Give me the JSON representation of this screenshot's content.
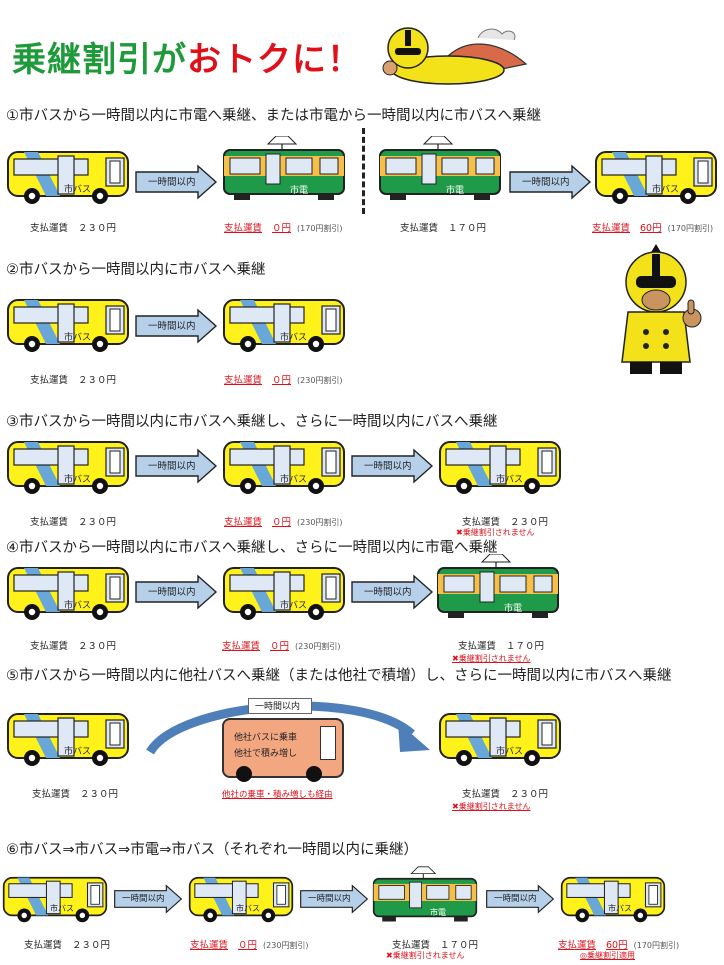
{
  "title": {
    "part1": "乗継割引が",
    "part2": "おトクに！"
  },
  "vehicle_labels": {
    "bus": "市バス",
    "tram": "市電"
  },
  "arrow_label": "一時間以内",
  "fare_label": "支払運賃",
  "sections": {
    "s1": {
      "heading": "①市バスから一時間以内に市電へ乗継、または市電から一時間以内に市バスへ乗継",
      "fare1": "２３０円",
      "fare2": "０円",
      "fare2_note": "(170円割引)",
      "fare3": "１７０円",
      "fare4": "60円",
      "fare4_note": "(170円割引)"
    },
    "s2": {
      "heading": "②市バスから一時間以内に市バスへ乗継",
      "fare1": "２３０円",
      "fare2": "０円",
      "fare2_note": "(230円割引)"
    },
    "s3": {
      "heading": "③市バスから一時間以内に市バスへ乗継し、さらに一時間以内にバスへ乗継",
      "fare1": "２３０円",
      "fare2": "０円",
      "fare2_note": "(230円割引)",
      "fare3": "２３０円",
      "fare3_note": "✖乗継割引されません"
    },
    "s4": {
      "heading": "④市バスから一時間以内に市バスへ乗継し、さらに一時間以内に市電へ乗継",
      "fare1": "２３０円",
      "fare2": "０円",
      "fare2_note": "(230円割引)",
      "fare3": "１７０円",
      "fare3_note": "✖乗継割引されません"
    },
    "s5": {
      "heading": "⑤市バスから一時間以内に他社バスへ乗継（または他社で積増）し、さらに一時間以内に市バスへ乗継",
      "other_line1": "他社バスに乗車",
      "other_line2": "他社で積み増し",
      "other_caption": "他社の乗車・積み増しも経由",
      "fare1": "２３０円",
      "fare3": "２３０円",
      "fare3_note": "✖乗継割引されません"
    },
    "s6": {
      "heading": "⑥市バス⇒市バス⇒市電⇒市バス（それぞれ一時間以内に乗継）",
      "fare1": "２３０円",
      "fare2": "０円",
      "fare2_note": "(230円割引)",
      "fare3": "１７０円",
      "fare3_note": "✖乗継割引されません",
      "fare4": "60円",
      "fare4_note": "(170円割引)",
      "fare4_sub": "◎乗継割引適用"
    }
  }
}
